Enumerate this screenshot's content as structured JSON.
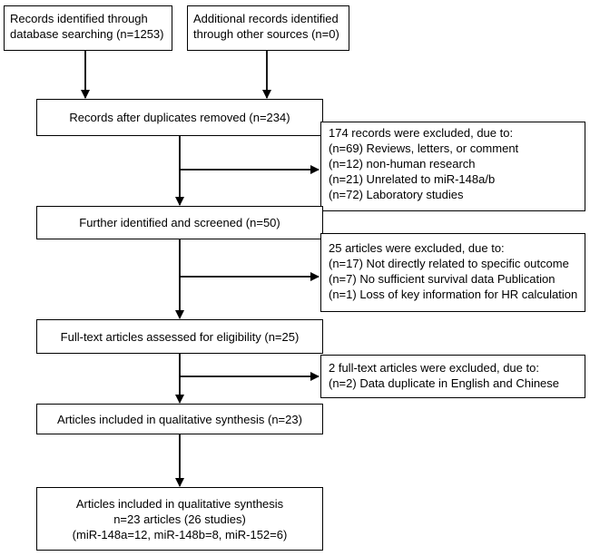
{
  "boxes": {
    "database": {
      "lines": [
        "Records identified through",
        "database searching (n=1253)"
      ]
    },
    "other_sources": {
      "lines": [
        "Additional records identified",
        "through other sources (n=0)"
      ]
    },
    "after_duplicates": {
      "lines": [
        "Records after duplicates removed (n=234)"
      ]
    },
    "screened": {
      "lines": [
        "Further identified and screened (n=50)"
      ]
    },
    "fulltext": {
      "lines": [
        "Full-text articles assessed for eligibility (n=25)"
      ]
    },
    "qualitative": {
      "lines": [
        "Articles included in qualitative synthesis (n=23)"
      ]
    },
    "final": {
      "lines": [
        "Articles included in qualitative synthesis",
        "n=23 articles (26 studies)",
        "(miR-148a=12, miR-148b=8, miR-152=6)"
      ]
    }
  },
  "exclusions": {
    "first": {
      "lines": [
        "174  records were excluded, due to:",
        "(n=69) Reviews, letters, or comment",
        "(n=12) non-human research",
        "(n=21) Unrelated to miR-148a/b",
        "(n=72) Laboratory studies"
      ]
    },
    "second": {
      "lines": [
        "25 articles were excluded, due to:",
        "(n=17) Not directly related to specific outcome",
        "(n=7) No sufficient survival data Publication",
        "(n=1) Loss of key information for HR calculation"
      ]
    },
    "third": {
      "lines": [
        "2 full-text articles were excluded, due to:",
        "(n=2) Data duplicate in English and Chinese"
      ]
    }
  }
}
